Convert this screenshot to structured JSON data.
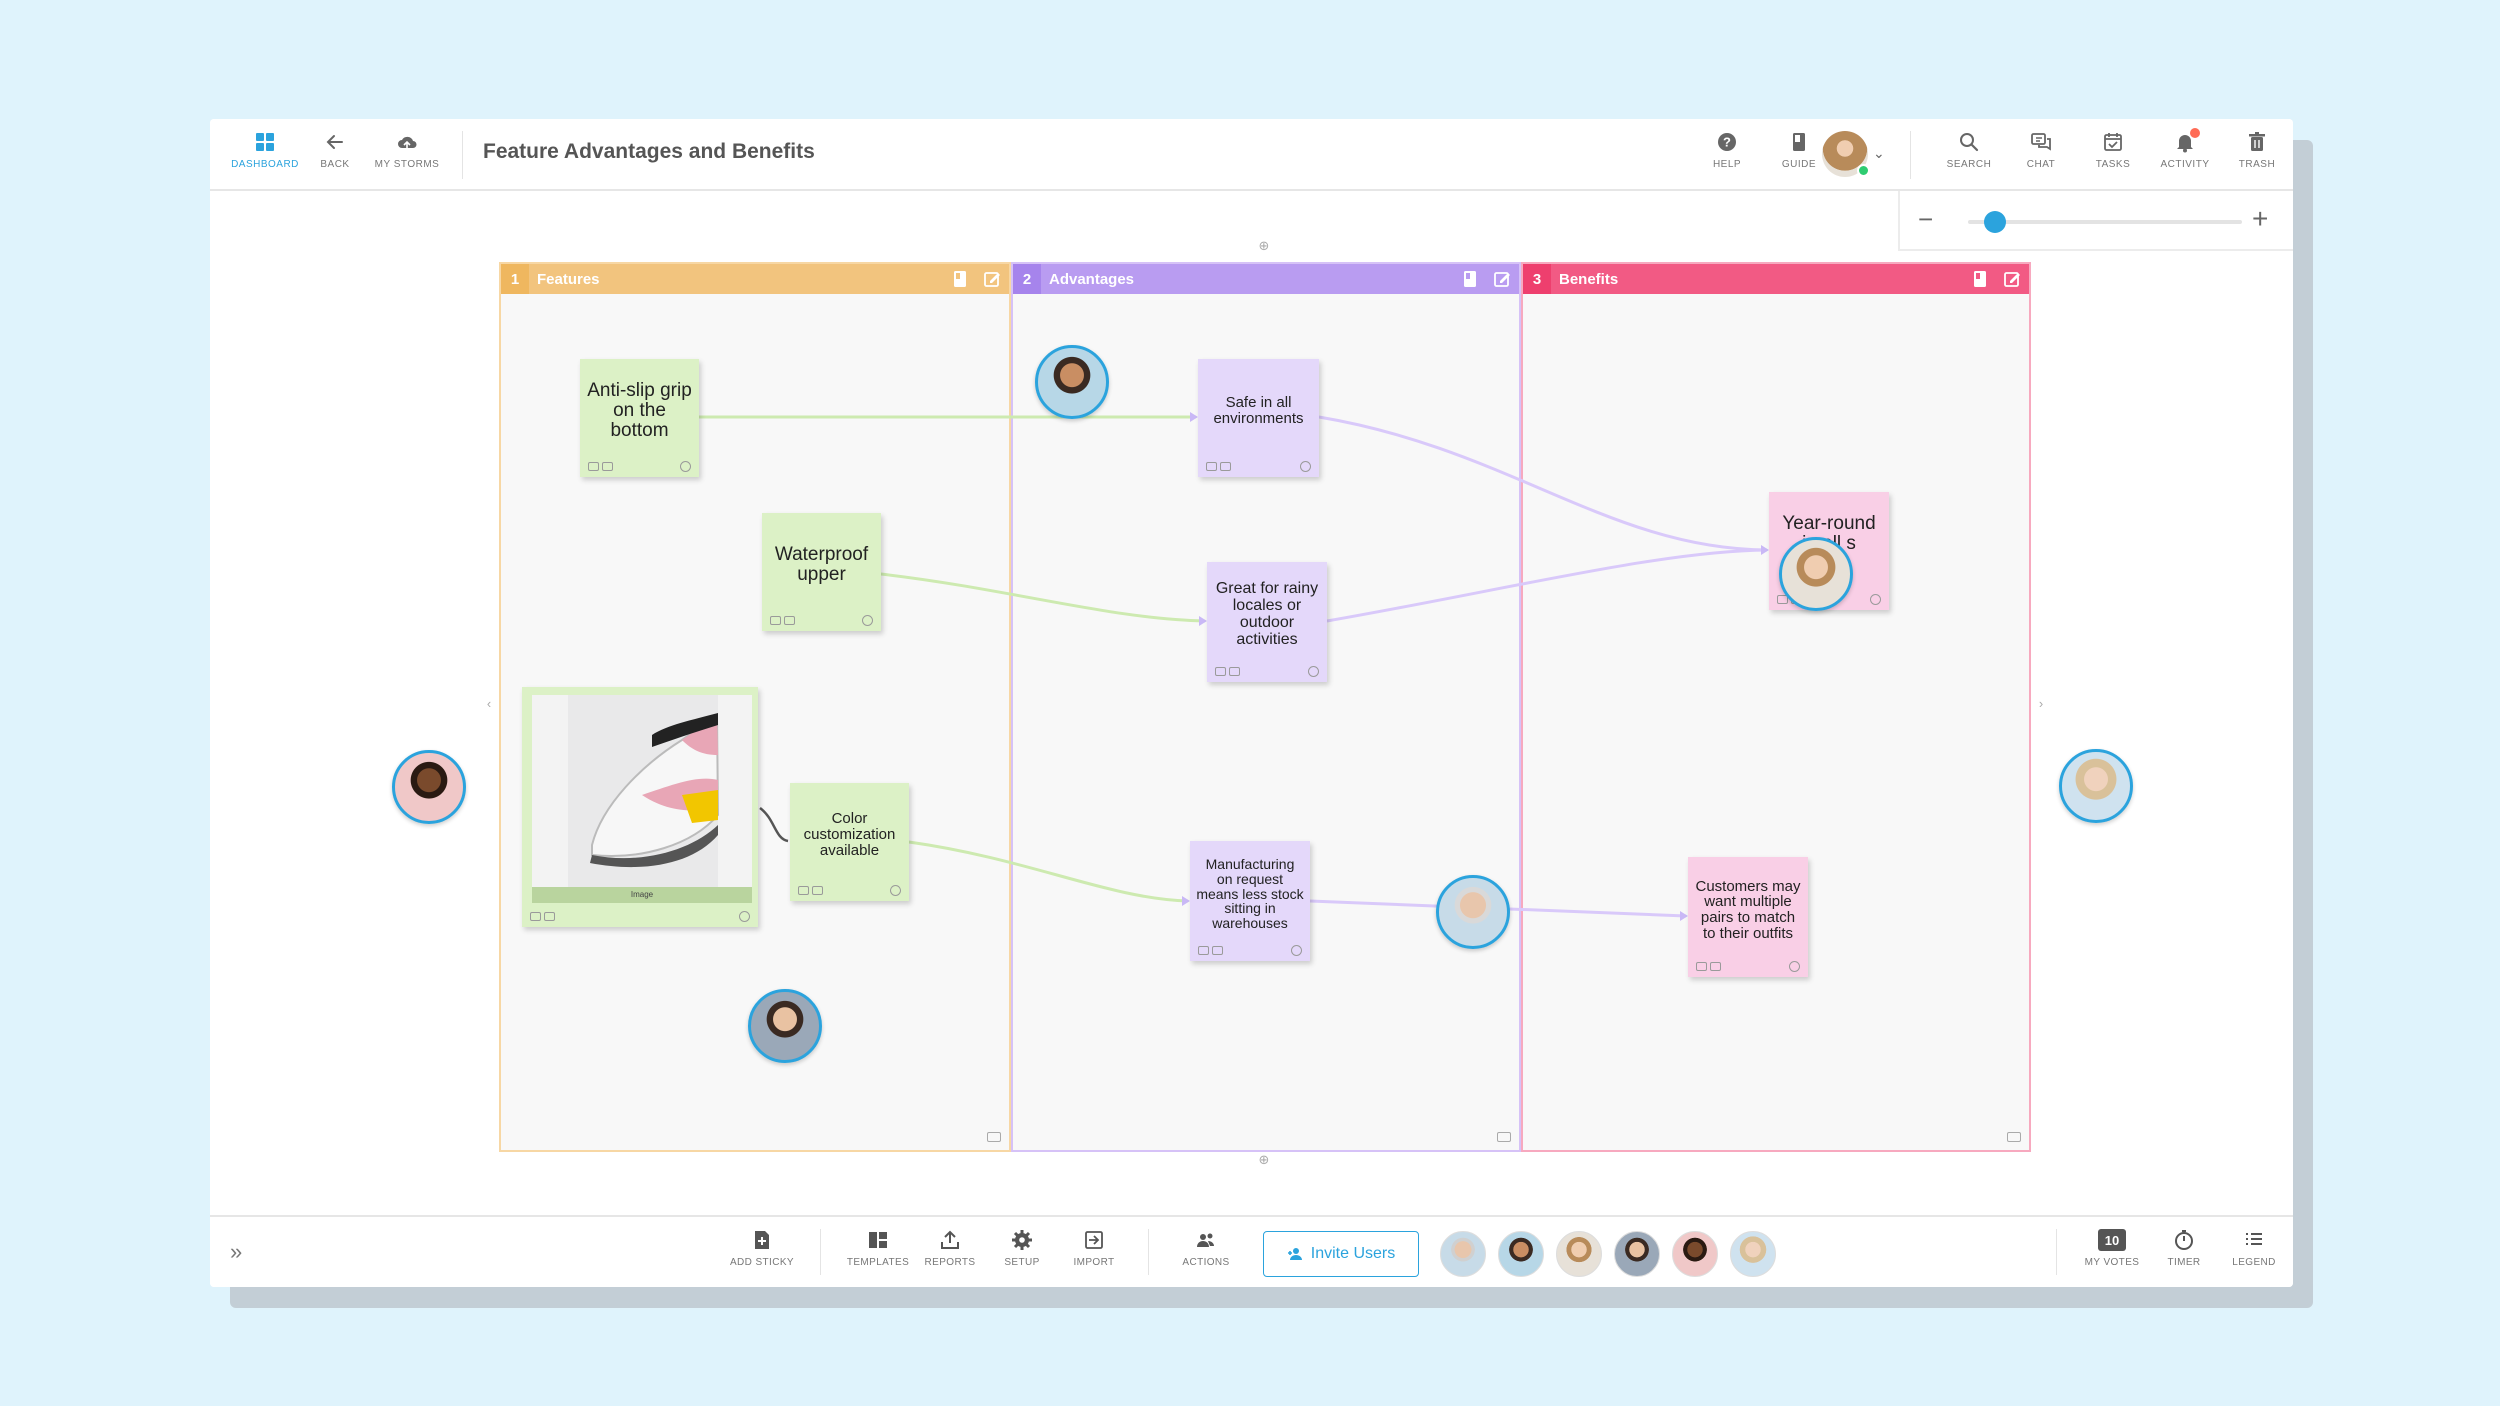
{
  "toolbar": {
    "dashboard": "DASHBOARD",
    "back": "BACK",
    "my_storms": "MY STORMS",
    "title": "Feature Advantages and Benefits",
    "help": "HELP",
    "guide": "GUIDE",
    "search": "SEARCH",
    "chat": "CHAT",
    "tasks": "TASKS",
    "activity": "ACTIVITY",
    "trash": "TRASH"
  },
  "zoom": {
    "minus": "−",
    "plus": "+",
    "level": 0.1
  },
  "columns": [
    {
      "num": "1",
      "title": "Features",
      "color": "#f2c47e"
    },
    {
      "num": "2",
      "title": "Advantages",
      "color": "#b99cf1"
    },
    {
      "num": "3",
      "title": "Benefits",
      "color": "#f25a84"
    }
  ],
  "stickies": {
    "antislip": "Anti-slip grip on the bottom",
    "waterproof": "Waterproof upper",
    "color_custom": "Color customization available",
    "image_caption": "Image",
    "safe": "Safe in all environments",
    "rainy": "Great for rainy locales or outdoor activities",
    "manufacturing": "Manufacturing on request means less stock sitting in warehouses",
    "yearround": "Year-round in all s",
    "customers": "Customers may want multiple pairs to match to their outfits"
  },
  "bottom": {
    "add_sticky": "ADD STICKY",
    "templates": "TEMPLATES",
    "reports": "REPORTS",
    "setup": "SETUP",
    "import": "IMPORT",
    "actions": "ACTIONS",
    "invite": "Invite Users",
    "votes_count": "10",
    "my_votes": "MY VOTES",
    "timer": "TIMER",
    "legend": "LEGEND"
  },
  "colors": {
    "accent": "#2ba3dd",
    "feature": "#dcf1c6",
    "advantage": "#e4d8fa",
    "benefit": "#f9cfe6"
  }
}
